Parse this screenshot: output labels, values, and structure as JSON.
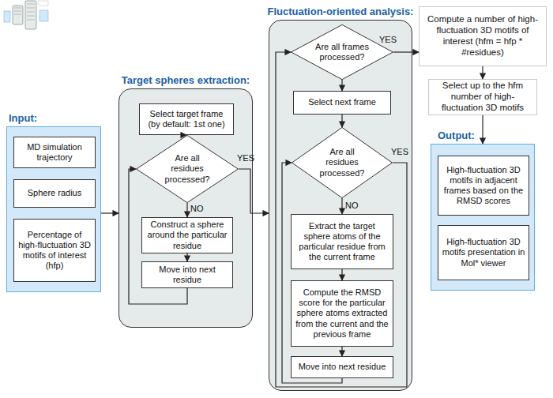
{
  "diagram": {
    "nodes": [
      {
        "text": [
          "Input:"
        ]
      },
      {
        "text": [
          "MD simulation trajectory"
        ],
        "in": 0
      },
      {
        "text": [
          "Sphere radius"
        ],
        "in": 0
      },
      {
        "text": [
          "Percentage of high-fluctuation 3D motifs of interest (hfp)"
        ],
        "in": 0
      },
      {
        "text": [
          "Target spheres extraction:"
        ]
      },
      {
        "text": [
          "Select target frame (by default: 1st one)"
        ],
        "in": 4
      },
      {
        "text": [
          "Are all residues processed?"
        ],
        "in": 4
      },
      {
        "text": [
          "Construct a sphere around the particular residue"
        ],
        "in": 4
      },
      {
        "text": [
          "Move into next residue"
        ],
        "in": 4
      },
      {
        "text": [
          "Fluctuation-oriented analysis:"
        ]
      },
      {
        "text": [
          "Are all frames processed?"
        ],
        "in": 9
      },
      {
        "text": [
          "Select next frame"
        ],
        "in": 9
      },
      {
        "text": [
          "Are all residues processed?"
        ],
        "in": 9
      },
      {
        "text": [
          "Extract the target sphere atoms of the particular residue from the current frame"
        ],
        "in": 9
      },
      {
        "text": [
          "Compute the RMSD score for the particular sphere atoms extracted from the current and the previous frame"
        ],
        "in": 9
      },
      {
        "text": [
          "Move into next residue"
        ],
        "in": 9
      },
      {
        "text": [
          "Compute a number of high-fluctuation 3D motifs of interest (hfm = hfp * #residues)"
        ]
      },
      {
        "text": [
          "Select up to the hfm number of high-fluctuation 3D motifs"
        ]
      },
      {
        "text": [
          "Output:"
        ]
      },
      {
        "text": [
          "High-fluctuation 3D motifs in adjacent frames based on the RMSD scores"
        ],
        "in": 18
      },
      {
        "text": [
          "High-fluctuation 3D motifs presentation in Mol* viewer"
        ],
        "in": 18
      }
    ],
    "edges": [
      {
        "from": 0,
        "to": 4,
        "arrow": "to"
      },
      {
        "from": 5,
        "to": 6,
        "arrow": "to"
      },
      {
        "from": 6,
        "to": 7,
        "label": "NO",
        "arrow": "to"
      },
      {
        "from": 7,
        "to": 8,
        "arrow": "to"
      },
      {
        "from": 8,
        "to": 6,
        "arrow": "to"
      },
      {
        "from": 6,
        "to": 9,
        "label": "YES",
        "arrow": "to"
      },
      {
        "from": 10,
        "to": 11,
        "arrow": "to"
      },
      {
        "from": 11,
        "to": 12,
        "arrow": "to"
      },
      {
        "from": 12,
        "to": 13,
        "label": "NO",
        "arrow": "to"
      },
      {
        "from": 13,
        "to": 14,
        "arrow": "to"
      },
      {
        "from": 14,
        "to": 15,
        "arrow": "to"
      },
      {
        "from": 15,
        "to": 12,
        "arrow": "to"
      },
      {
        "from": 12,
        "to": 10,
        "label": "YES",
        "arrow": "to"
      },
      {
        "from": 10,
        "to": 16,
        "label": "YES",
        "arrow": "to"
      },
      {
        "from": 16,
        "to": 17,
        "arrow": "to"
      },
      {
        "from": 17,
        "to": 18,
        "arrow": "to"
      }
    ]
  }
}
